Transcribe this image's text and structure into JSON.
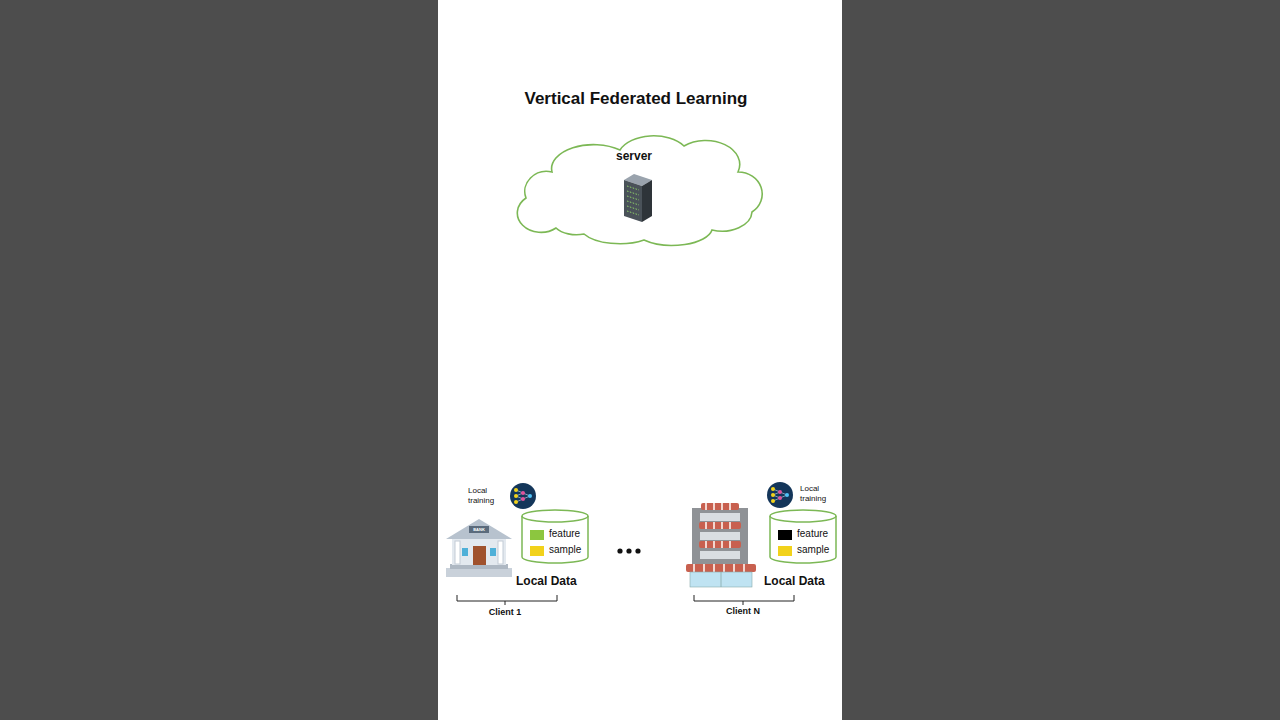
{
  "diagram": {
    "title": "Vertical Federated Learning",
    "nodes": [
      {
        "text": [
          "server"
        ]
      },
      {
        "text": [
          "Local Data"
        ]
      },
      {
        "text": [
          "Local Data"
        ]
      }
    ],
    "labels": [
      "Local training",
      "Local training",
      "BANK",
      "Client 1",
      "Client N"
    ],
    "legend": [
      {
        "text": "feature",
        "color": "#8cc63f"
      },
      {
        "text": "sample",
        "color": "#f2d21b"
      },
      {
        "text": "feature",
        "color": "#000000"
      },
      {
        "text": "sample",
        "color": "#f2d21b"
      }
    ]
  }
}
